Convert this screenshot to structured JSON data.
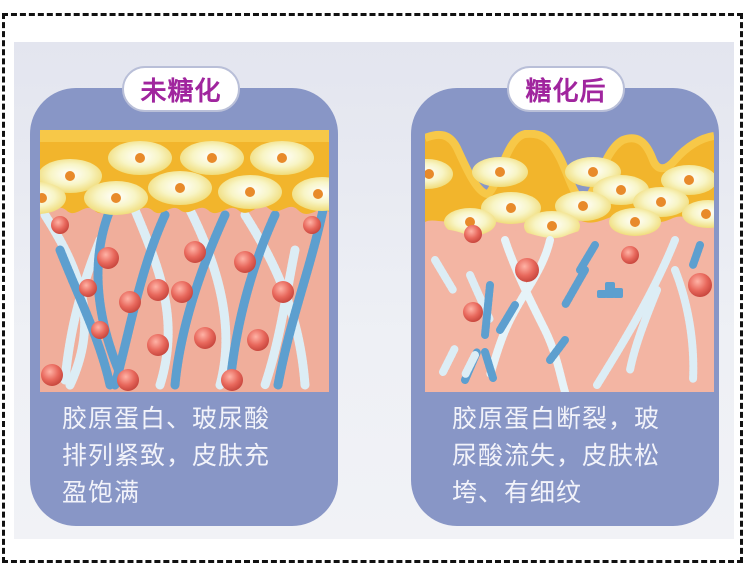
{
  "panels": [
    {
      "id": "before",
      "label": "未糖化",
      "caption_lines": [
        "胶原蛋白、玻尿酸",
        "排列紧致，皮肤充",
        "盈饱满"
      ],
      "illustration": "skin-layers-intact-collagen"
    },
    {
      "id": "after",
      "label": "糖化后",
      "caption_lines": [
        "胶原蛋白断裂，玻",
        "尿酸流失，皮肤松",
        "垮、有细纹"
      ],
      "illustration": "skin-layers-broken-collagen"
    }
  ],
  "colors": {
    "card": "#8896c6",
    "label_text": "#a0259e",
    "epidermis": "#f3b62c",
    "cell": "#f6f3c0",
    "nucleus": "#e88a2a",
    "dermis": "#f1b3a0",
    "collagen_light": "#dbeef6",
    "collagen_dark": "#5b9fce",
    "hyaluronic_ball": "#e86a5e",
    "caption_text": "#f2f3fa"
  }
}
